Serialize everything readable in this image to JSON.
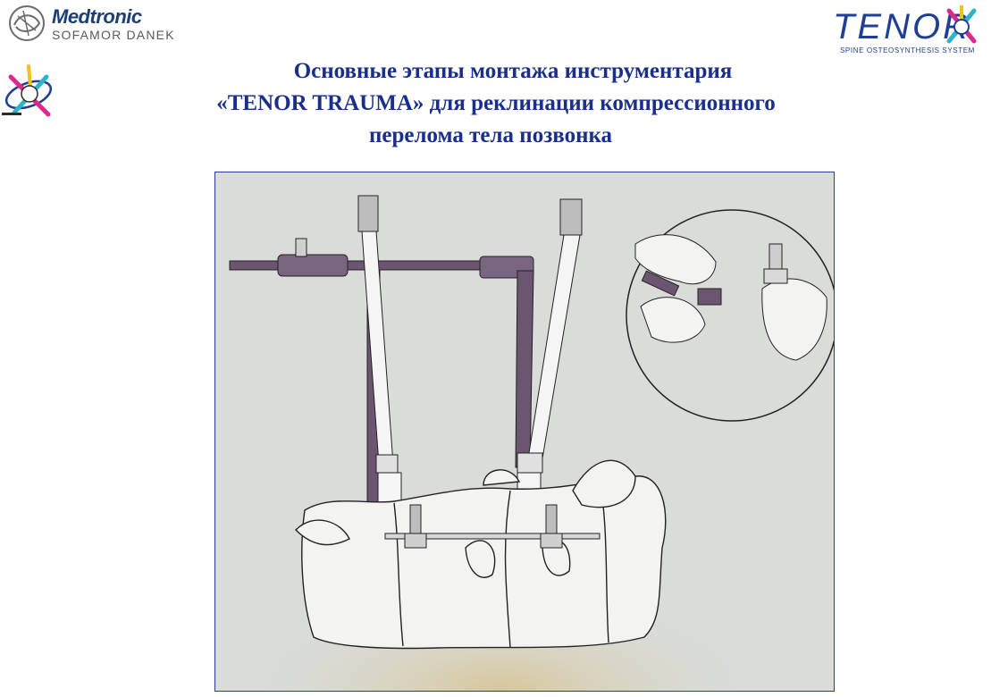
{
  "header": {
    "medtronic_logo": {
      "name": "Medtronic",
      "subtitle": "SOFAMOR DANEK",
      "icon": "medtronic-emblem-icon"
    },
    "tenor_logo": {
      "name": "TENOR",
      "tagline": "SPINE OSTEOSYNTHESIS SYSTEM",
      "icon": "tenor-cross-icon"
    },
    "side_emblem_icon": "spine-emblem-icon"
  },
  "title": {
    "line1": "Основные этапы монтажа инструментария",
    "line2": "«TENOR TRAUMA» для реклинации компрессионного",
    "line3": "перелома тела позвонка"
  },
  "figure": {
    "icon": "spine-fixation-illustration",
    "inset_icon": "hands-assembling-clamp-icon"
  },
  "colors": {
    "title": "#1a2e8c",
    "frame_border": "#2b3b8f",
    "figure_background": "#d9dcd9",
    "instrument_purple": "#6b5570"
  }
}
